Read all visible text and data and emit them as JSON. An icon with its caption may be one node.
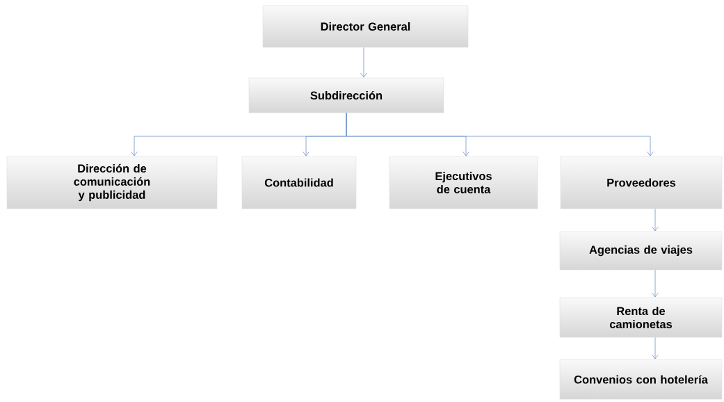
{
  "diagram": {
    "nodes": [
      {
        "text": [
          "Director General"
        ]
      },
      {
        "text": [
          "Subdirección"
        ]
      },
      {
        "text": [
          "Dirección de comunicación y publicidad"
        ]
      },
      {
        "text": [
          "Contabilidad"
        ]
      },
      {
        "text": [
          "Ejecutivos de cuenta"
        ]
      },
      {
        "text": [
          "Proveedores"
        ]
      },
      {
        "text": [
          "Agencias de viajes"
        ]
      },
      {
        "text": [
          "Renta de camionetas"
        ]
      },
      {
        "text": [
          "Convenios con hotelería"
        ]
      }
    ],
    "edges": [
      {
        "from": 0,
        "to": 1,
        "arrow": "to"
      },
      {
        "from": 1,
        "to": 2,
        "arrow": "to"
      },
      {
        "from": 1,
        "to": 3,
        "arrow": "to"
      },
      {
        "from": 1,
        "to": 4,
        "arrow": "to"
      },
      {
        "from": 1,
        "to": 5,
        "arrow": "to"
      },
      {
        "from": 5,
        "to": 6,
        "arrow": "to"
      },
      {
        "from": 6,
        "to": 7,
        "arrow": "to"
      },
      {
        "from": 7,
        "to": 8,
        "arrow": "to"
      }
    ]
  }
}
